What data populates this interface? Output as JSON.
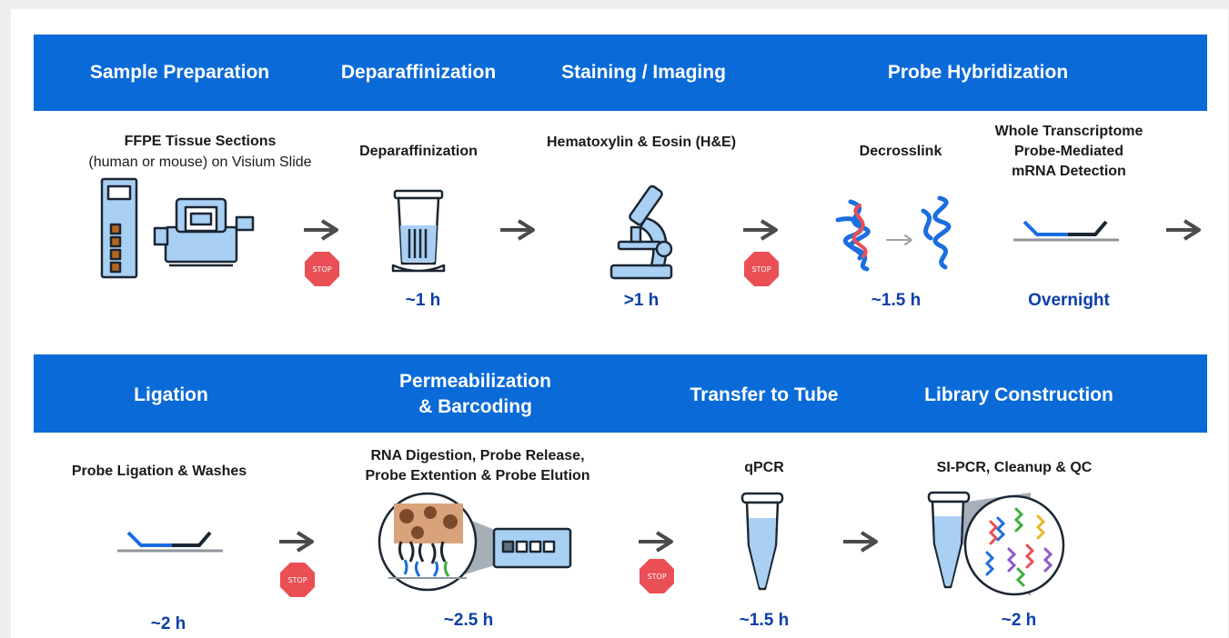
{
  "row1": {
    "headers": [
      "Sample Preparation",
      "Deparaffinization",
      "Staining / Imaging",
      "Probe Hybridization"
    ],
    "steps": [
      {
        "title": "FFPE Tissue Sections",
        "subtitle": "(human or mouse) on Visium Slide",
        "time": ""
      },
      {
        "title": "Deparaffinization",
        "time": "~1 h"
      },
      {
        "title": "Hematoxylin & Eosin (H&E)",
        "time": ">1 h"
      },
      {
        "title": "Decrosslink",
        "time": "~1.5 h"
      },
      {
        "title_lines": [
          "Whole Transcriptome",
          "Probe-Mediated",
          "mRNA Detection"
        ],
        "time": "Overnight"
      }
    ]
  },
  "row2": {
    "headers": [
      "Ligation",
      "Permeabilization",
      "& Barcoding",
      "Transfer to Tube",
      "Library Construction"
    ],
    "steps": [
      {
        "title": "Probe Ligation & Washes",
        "time": "~2 h"
      },
      {
        "title_lines": [
          "RNA Digestion, Probe Release,",
          "Probe Extention & Probe Elution"
        ],
        "time": "~2.5 h"
      },
      {
        "title": "qPCR",
        "time": "~1.5 h"
      },
      {
        "title": "SI-PCR, Cleanup & QC",
        "time": "~2 h"
      }
    ]
  },
  "stop_label": "STOP",
  "colors": {
    "band": "#0a6ad8",
    "time": "#0c3ea8",
    "stop": "#e94f55",
    "arrow": "#4b4b4b",
    "instrument": "#a9cff3",
    "probe": "#1a6ee0"
  }
}
